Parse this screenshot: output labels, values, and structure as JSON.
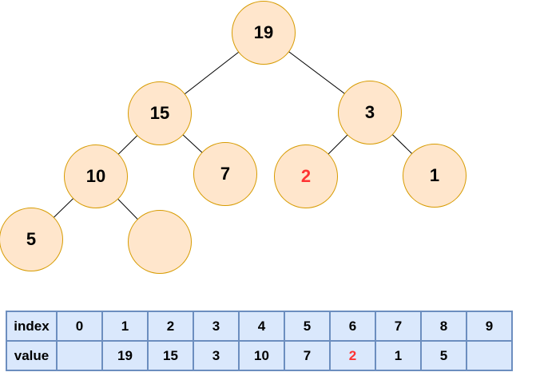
{
  "diagram": {
    "type": "binary-tree-with-array",
    "tree": {
      "nodes": [
        {
          "name": "root",
          "value": "19",
          "text_color": "#000000"
        },
        {
          "name": "left",
          "value": "15",
          "text_color": "#000000"
        },
        {
          "name": "right",
          "value": "3",
          "text_color": "#000000"
        },
        {
          "name": "left-left",
          "value": "10",
          "text_color": "#000000"
        },
        {
          "name": "left-right",
          "value": "7",
          "text_color": "#000000"
        },
        {
          "name": "right-left",
          "value": "2",
          "text_color": "#FF3333"
        },
        {
          "name": "right-right",
          "value": "1",
          "text_color": "#000000"
        },
        {
          "name": "leftmost",
          "value": "5",
          "text_color": "#000000"
        },
        {
          "name": "empty-node",
          "value": "",
          "text_color": "#000000"
        }
      ],
      "edges": [
        [
          "19",
          "15"
        ],
        [
          "19",
          "3"
        ],
        [
          "15",
          "10"
        ],
        [
          "15",
          "7"
        ],
        [
          "3",
          "2"
        ],
        [
          "3",
          "1"
        ],
        [
          "10",
          "5"
        ],
        [
          "10",
          "empty"
        ]
      ]
    },
    "table": {
      "row_headers": [
        "index",
        "value"
      ],
      "index_row": [
        "0",
        "1",
        "2",
        "3",
        "4",
        "5",
        "6",
        "7",
        "8",
        "9"
      ],
      "value_row": [
        {
          "text": "",
          "color": "#000000"
        },
        {
          "text": "19",
          "color": "#000000"
        },
        {
          "text": "15",
          "color": "#000000"
        },
        {
          "text": "3",
          "color": "#000000"
        },
        {
          "text": "10",
          "color": "#000000"
        },
        {
          "text": "7",
          "color": "#000000"
        },
        {
          "text": "2",
          "color": "#FF3333"
        },
        {
          "text": "1",
          "color": "#000000"
        },
        {
          "text": "5",
          "color": "#000000"
        },
        {
          "text": "",
          "color": "#000000"
        }
      ]
    }
  },
  "colors": {
    "node_fill": "#FFE6CC",
    "node_border": "#D79B00",
    "table_fill": "#DAE8FC",
    "table_border": "#6C8EBF",
    "edge_color": "#000000",
    "highlight_text": "#FF3333",
    "text": "#000000"
  }
}
